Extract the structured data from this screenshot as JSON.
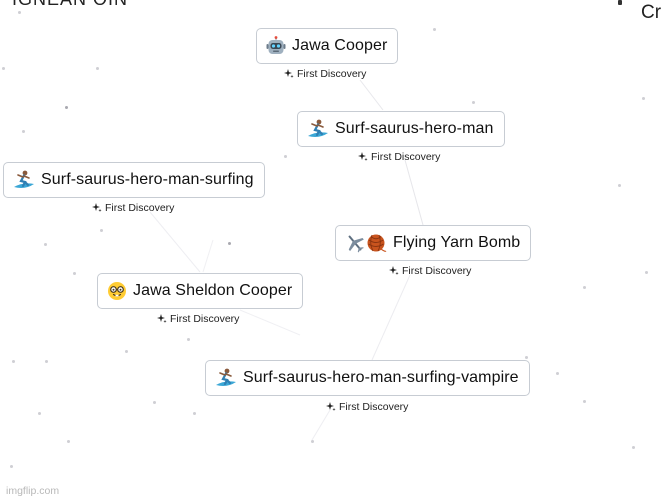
{
  "header": {
    "left_cut_text": "IGNEAN OIN",
    "right_cut_text": "Cr"
  },
  "nodes": [
    {
      "label": "Jawa Cooper",
      "icon": "robot-icon",
      "discovery": "First Discovery"
    },
    {
      "label": "Surf-saurus-hero-man",
      "icon": "surfer-icon",
      "discovery": "First Discovery"
    },
    {
      "label": "Surf-saurus-hero-man-surfing",
      "icon": "surfer-icon",
      "discovery": "First Discovery"
    },
    {
      "label": "Flying Yarn Bomb",
      "icon": "airplane-yarn-icon",
      "discovery": "First Discovery"
    },
    {
      "label": "Jawa Sheldon Cooper",
      "icon": "nerd-face-icon",
      "discovery": "First Discovery"
    },
    {
      "label": "Surf-saurus-hero-man-surfing-vampire",
      "icon": "surfer-icon",
      "discovery": "First Discovery"
    }
  ],
  "watermark": "imgflip.com",
  "colors": {
    "node_border": "#c7ccd3",
    "line": "#e6e6ea",
    "dot": "#cfcfd4"
  }
}
